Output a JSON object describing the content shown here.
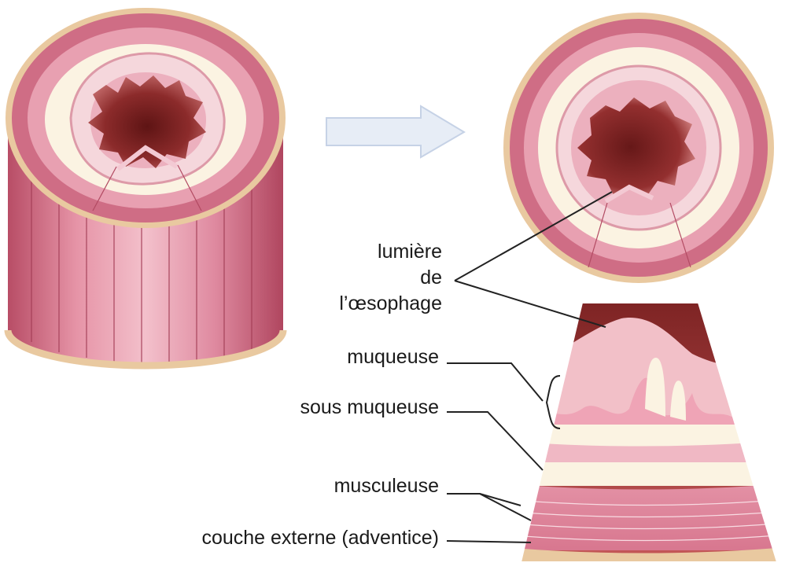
{
  "labels": {
    "lumen_line1": "lumière",
    "lumen_line2": "de",
    "lumen_line3": "l’œsophage",
    "mucosa": "muqueuse",
    "submucosa": "sous muqueuse",
    "muscularis": "musculeuse",
    "adventitia": "couche externe (adventice)"
  },
  "colors": {
    "muscle_dark": "#c9607a",
    "muscle_light": "#f0b8c4",
    "cream": "#fbf3e2",
    "tan": "#e9c9a0",
    "lumen": "#8c2b2b",
    "lumen_deep": "#5e1414",
    "mucosa_pink": "#efa4b6",
    "arrow_fill": "#e7edf6",
    "arrow_stroke": "#c6d2e6",
    "leader": "#222222"
  },
  "icons": {
    "flow_arrow": "right-arrow-icon"
  }
}
